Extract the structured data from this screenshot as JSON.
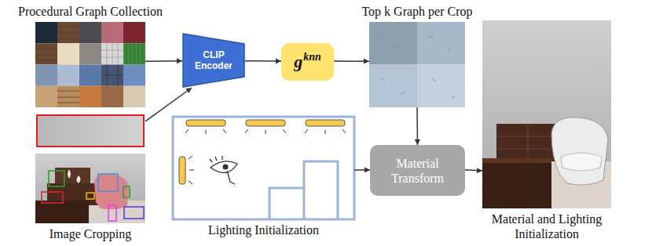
{
  "diagram": {
    "nodes": [
      {
        "text": [
          "Procedural Graph Collection"
        ]
      },
      {
        "text": [
          "CLIP Encoder"
        ]
      },
      {
        "text": [
          "g",
          "knn"
        ]
      },
      {
        "text": [
          "Top k Graph per Crop"
        ]
      },
      {
        "text": [
          "Image Cropping"
        ]
      },
      {
        "text": [
          "Lighting Initialization"
        ]
      },
      {
        "text": [
          "Material Transform"
        ]
      },
      {
        "text": [
          "Material and Lighting Initialization"
        ]
      }
    ],
    "edges": [
      {
        "from": 0,
        "to": 1,
        "arrow": "to"
      },
      {
        "from": 4,
        "to": 1,
        "arrow": "to"
      },
      {
        "from": 1,
        "to": 2,
        "arrow": "to"
      },
      {
        "from": 2,
        "to": 3,
        "arrow": "to"
      },
      {
        "from": 3,
        "to": 6,
        "arrow": "to"
      },
      {
        "from": 5,
        "to": 6,
        "arrow": "to"
      },
      {
        "from": 6,
        "to": 7,
        "arrow": "to"
      }
    ]
  }
}
